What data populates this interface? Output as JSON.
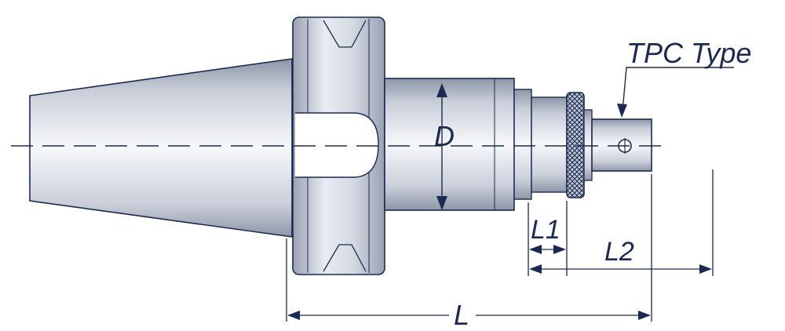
{
  "labels": {
    "type": "TPC Type",
    "d": "D",
    "l": "L",
    "l1": "L1",
    "l2": "L2"
  },
  "colors": {
    "outline": "#1a2a52",
    "metal_light": "#f2f4f8",
    "metal_mid": "#c9ced9",
    "metal_dark": "#8e95a6",
    "background": "#ffffff"
  }
}
